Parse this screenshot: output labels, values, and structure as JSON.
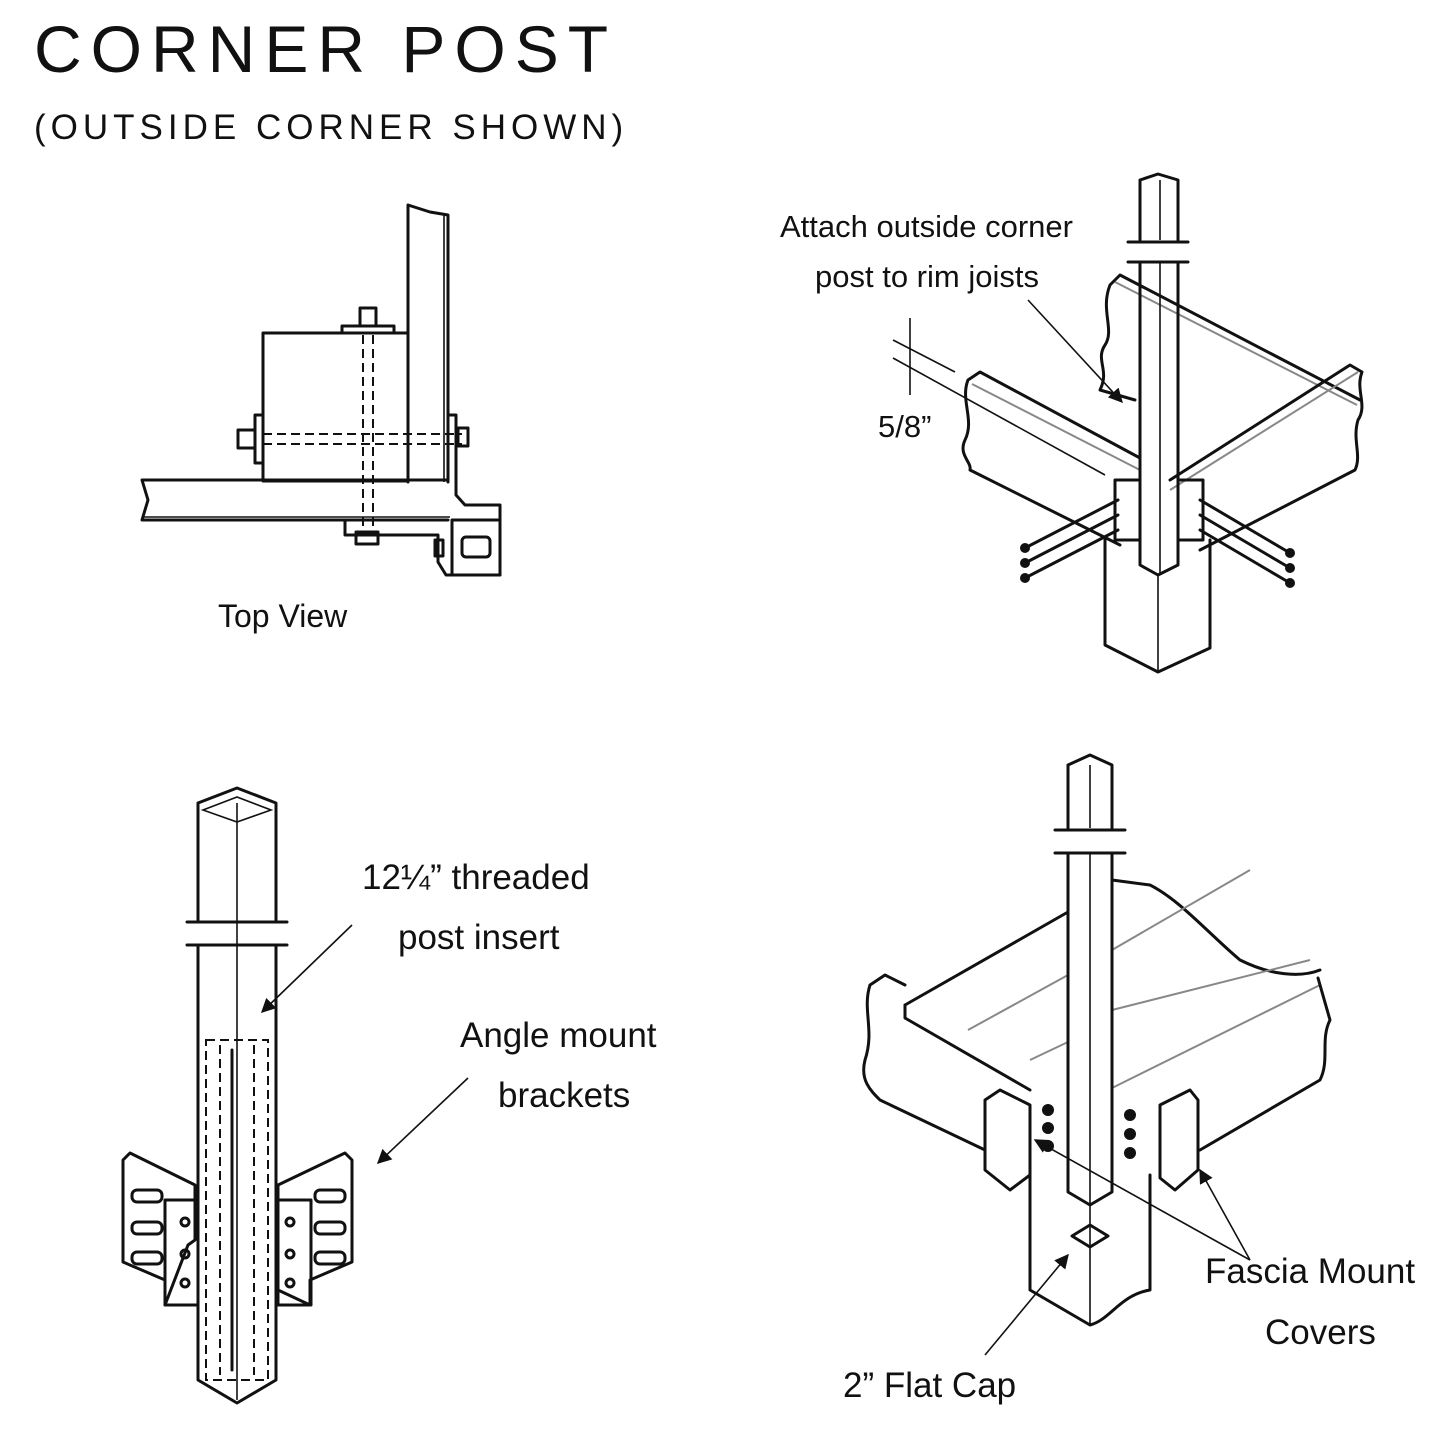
{
  "header": {
    "title": "CORNER POST",
    "subtitle": "(OUTSIDE CORNER SHOWN)"
  },
  "panels": {
    "top_view": {
      "caption": "Top View"
    },
    "rim_joist": {
      "callout_line1": "Attach outside corner",
      "callout_line2": "post to rim joists",
      "dimension": "5/8”"
    },
    "post_insert": {
      "callout_insert_line1": "12¼” threaded",
      "callout_insert_line2": "post insert",
      "callout_brackets_line1": "Angle mount",
      "callout_brackets_line2": "brackets"
    },
    "fascia": {
      "callout_covers_line1": "Fascia Mount",
      "callout_covers_line2": "Covers",
      "callout_cap": "2” Flat Cap"
    }
  },
  "colors": {
    "ink": "#111111",
    "background": "#ffffff"
  }
}
